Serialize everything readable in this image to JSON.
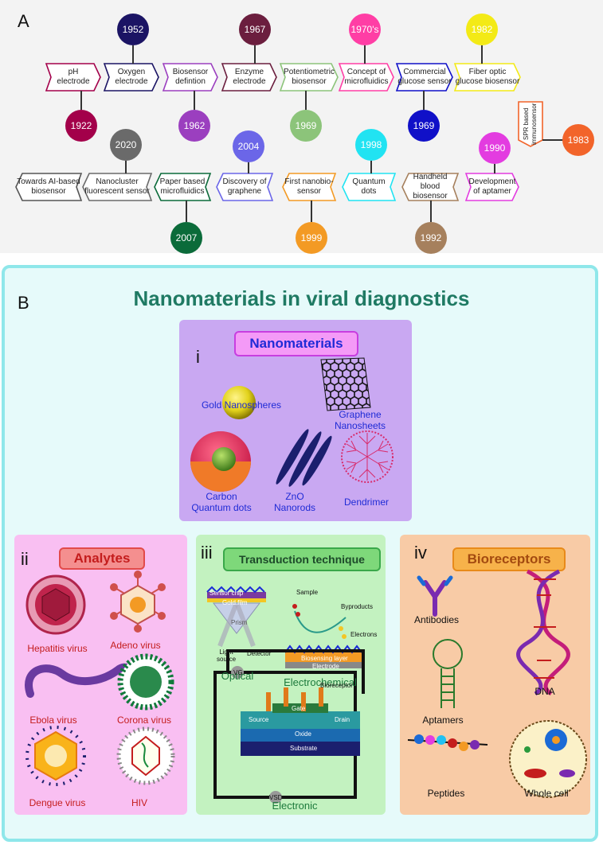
{
  "panel_a": {
    "label": "A",
    "events": [
      {
        "year": "1922",
        "text": "pH\nelectrode",
        "color": "#a3004a"
      },
      {
        "year": "1952",
        "text": "Oxygen\nelectrode",
        "color": "#1b1464"
      },
      {
        "year": "1962",
        "text": "Biosensor\ndefintion",
        "color": "#9b3fbf"
      },
      {
        "year": "1967",
        "text": "Enzyme\nelectrode",
        "color": "#6b1e3e"
      },
      {
        "year": "1969",
        "text": "Potentiometric\nbiosensor",
        "color": "#8cc47a"
      },
      {
        "year": "1970's",
        "text": "Concept of\nmicrofluidics",
        "color": "#ff3ea5"
      },
      {
        "year": "1969",
        "text": "Commercial\nglucose sensor",
        "color": "#1010c8"
      },
      {
        "year": "1982",
        "text": "Fiber optic\nglucose biosensor",
        "color": "#f3ea16"
      },
      {
        "year": "1983",
        "text": "SPR based\nimmunosensor",
        "color": "#f2642a"
      },
      {
        "year": "1990",
        "text": "Development\nof aptamer",
        "color": "#e33ce0"
      },
      {
        "year": "1992",
        "text": "Handheld blood\nbiosensor",
        "color": "#a6805d"
      },
      {
        "year": "1998",
        "text": "Quantum\ndots",
        "color": "#21e3f2"
      },
      {
        "year": "1999",
        "text": "First nanobio-\nsensor",
        "color": "#f39a24"
      },
      {
        "year": "2004",
        "text": "Discovery of\ngraphene",
        "color": "#6b66e8"
      },
      {
        "year": "2007",
        "text": "Paper based\nmicrofluidics",
        "color": "#0b6b3a"
      },
      {
        "year": "2020",
        "text": "Nanocluster\nfluorescent sensor",
        "color": "#6a6a6a"
      },
      {
        "year": "",
        "text": "Towards AI-based\nbiosensor",
        "color": "#555555"
      }
    ]
  },
  "panel_b": {
    "label": "B",
    "title": "Nanomaterials in viral diagnostics",
    "nanomaterials": {
      "numeral": "i",
      "header": "Nanomaterials",
      "items": [
        "Gold Nanospheres",
        "Graphene\nNanosheets",
        "Carbon\nQuantum dots",
        "ZnO\nNanorods",
        "Dendrimer"
      ]
    },
    "analytes": {
      "numeral": "ii",
      "header": "Analytes",
      "items": [
        "Hepatitis virus",
        "Adeno virus",
        "Ebola virus",
        "Corona virus",
        "Dengue virus",
        "HIV"
      ]
    },
    "transduction": {
      "numeral": "iii",
      "header": "Transduction technique",
      "optical": {
        "label": "Optical",
        "sensor_chip": "Sensor chip",
        "gold_film": "Gold film",
        "prism": "Prism",
        "light_source": "Light\nsource",
        "detector": "Detector"
      },
      "electrochemical": {
        "label": "Electrochemical",
        "sample": "Sample",
        "byproducts": "Byproducts",
        "electrons": "Electrons",
        "layer": "Biosensing layer",
        "electrode": "Electrode"
      },
      "electronic": {
        "label": "Electronic",
        "vg": "VG",
        "vsd": "VSD",
        "bioreceptor": "Bioreceptor",
        "source": "Source",
        "gate": "Gate",
        "drain": "Drain",
        "oxide": "Oxide",
        "substrate": "Substrate"
      }
    },
    "bioreceptors": {
      "numeral": "iv",
      "header": "Bioreceptors",
      "items": [
        "Antibodies",
        "DNA",
        "Aptamers",
        "Peptides",
        "Whole cell"
      ]
    }
  }
}
